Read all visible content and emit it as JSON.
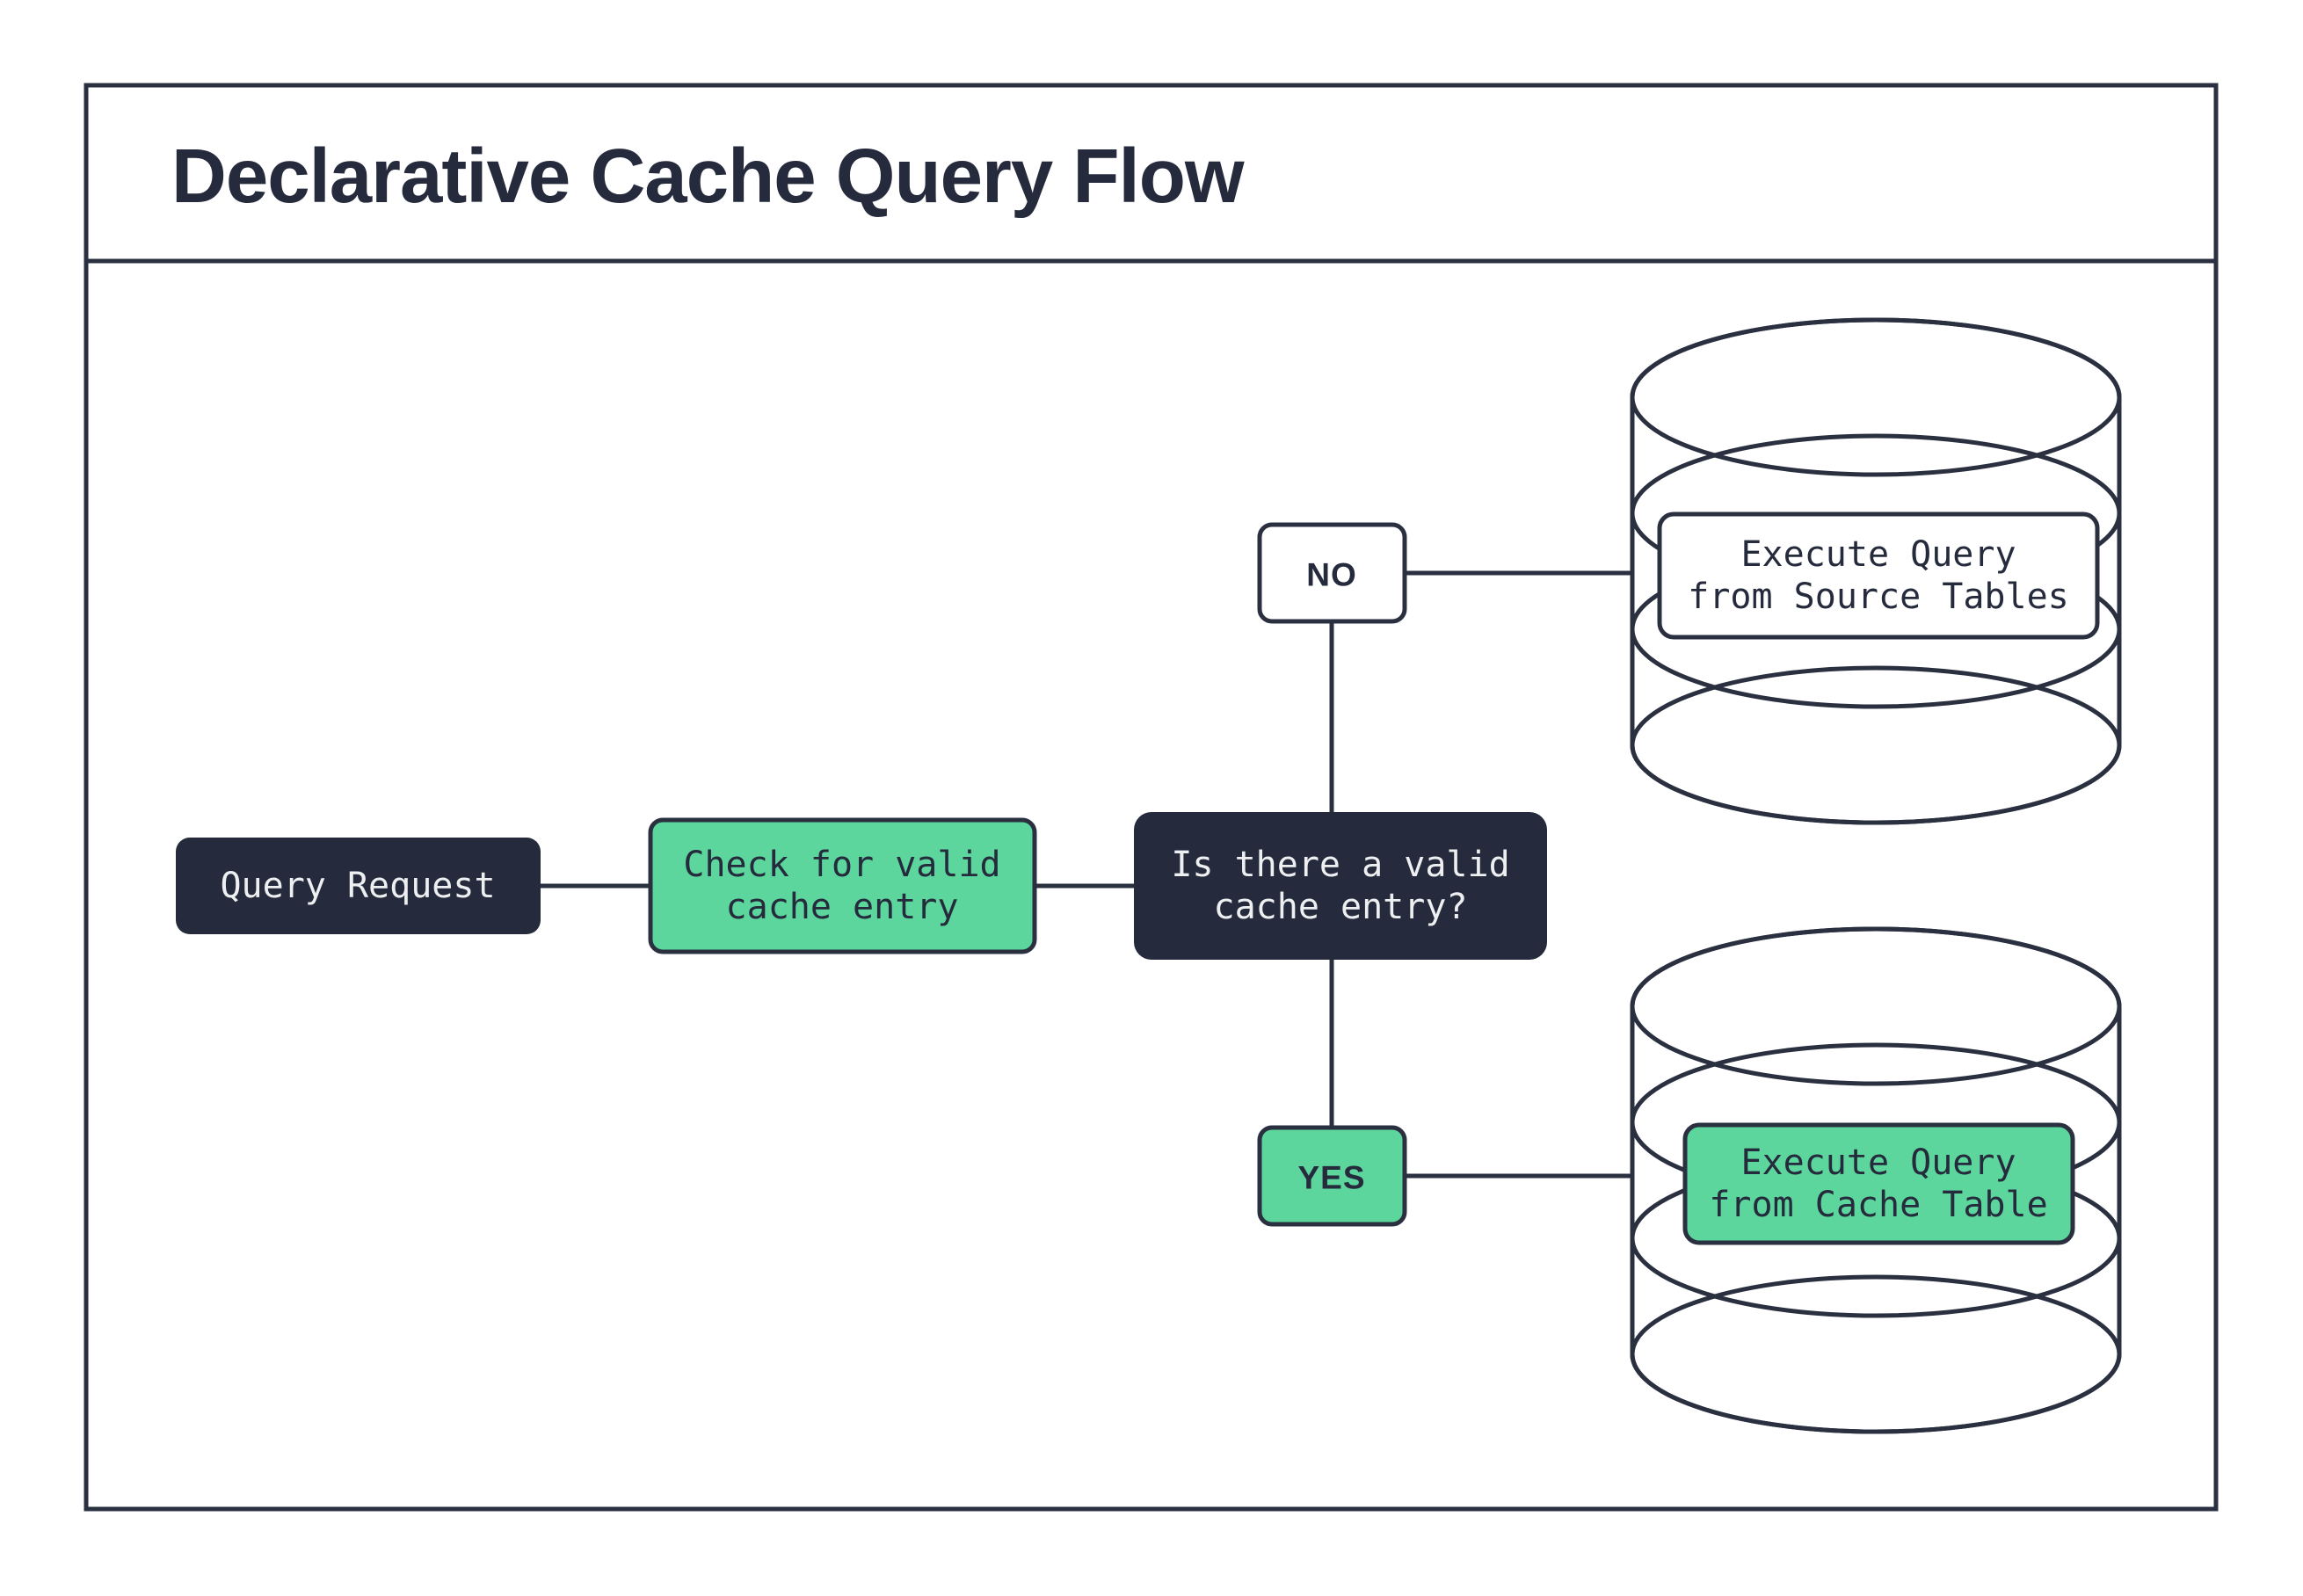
{
  "title": "Declarative Cache Query Flow",
  "colors": {
    "background": "#ffffff",
    "stroke": "#2a3040",
    "navy": "#252b3c",
    "green": "#5cd69c",
    "white": "#ffffff",
    "text_on_dark": "#edeff1"
  },
  "nodes": {
    "query_request": {
      "label": "Query Request"
    },
    "check_cache": {
      "line1": "Check for valid",
      "line2": "cache entry"
    },
    "decision": {
      "line1": "Is there a valid",
      "line2": "cache entry?"
    },
    "branch_no": {
      "label": "NO"
    },
    "branch_yes": {
      "label": "YES"
    },
    "source_db": {
      "line1": "Execute Query",
      "line2": "from Source Tables"
    },
    "cache_db": {
      "line1": "Execute Query",
      "line2": "from Cache Table"
    }
  }
}
